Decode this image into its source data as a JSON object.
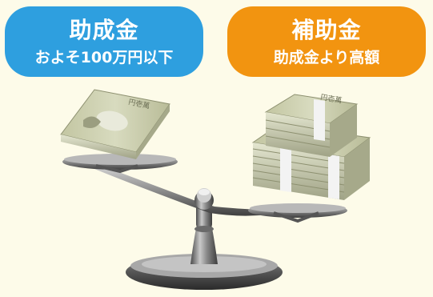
{
  "left_label": {
    "title": "助成金",
    "subtitle": "およそ100万円以下"
  },
  "right_label": {
    "title": "補助金",
    "subtitle": "助成金より高額"
  },
  "banknote_text": "円壱萬",
  "colors": {
    "background": "#fdfbe9",
    "left_accent": "#2e9fdf",
    "right_accent": "#f29410",
    "banknote": "#cbcfae",
    "band": "#f3f3f3",
    "scale_metal": "#8a8a8a"
  }
}
